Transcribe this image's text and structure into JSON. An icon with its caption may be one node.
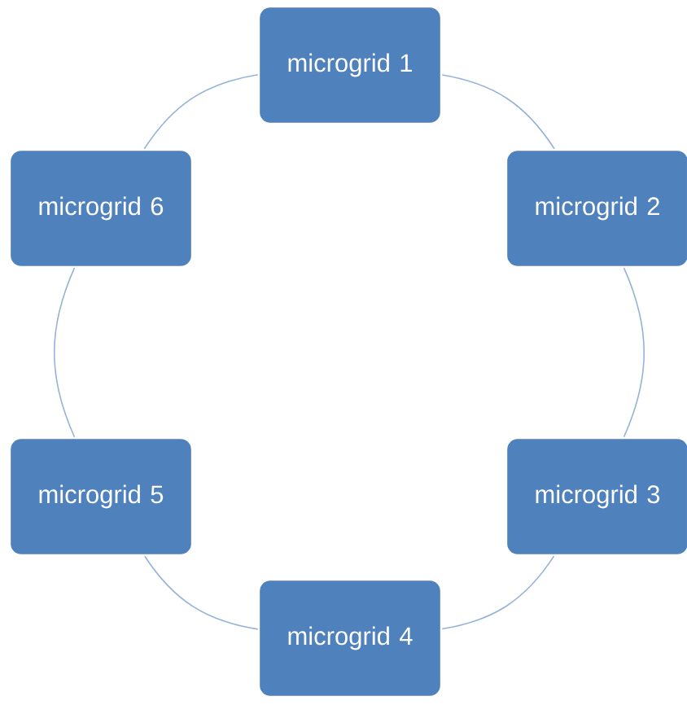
{
  "diagram": {
    "nodes": [
      {
        "text": [
          "microgrid 1"
        ]
      },
      {
        "text": [
          "microgrid 2"
        ]
      },
      {
        "text": [
          "microgrid 3"
        ]
      },
      {
        "text": [
          "microgrid 4"
        ]
      },
      {
        "text": [
          "microgrid 5"
        ]
      },
      {
        "text": [
          "microgrid 6"
        ]
      }
    ],
    "edges": [
      {
        "from": 0,
        "to": 1,
        "arrow": "none"
      },
      {
        "from": 1,
        "to": 2,
        "arrow": "none"
      },
      {
        "from": 2,
        "to": 3,
        "arrow": "none"
      },
      {
        "from": 3,
        "to": 4,
        "arrow": "none"
      },
      {
        "from": 4,
        "to": 5,
        "arrow": "none"
      },
      {
        "from": 5,
        "to": 0,
        "arrow": "none"
      }
    ]
  }
}
